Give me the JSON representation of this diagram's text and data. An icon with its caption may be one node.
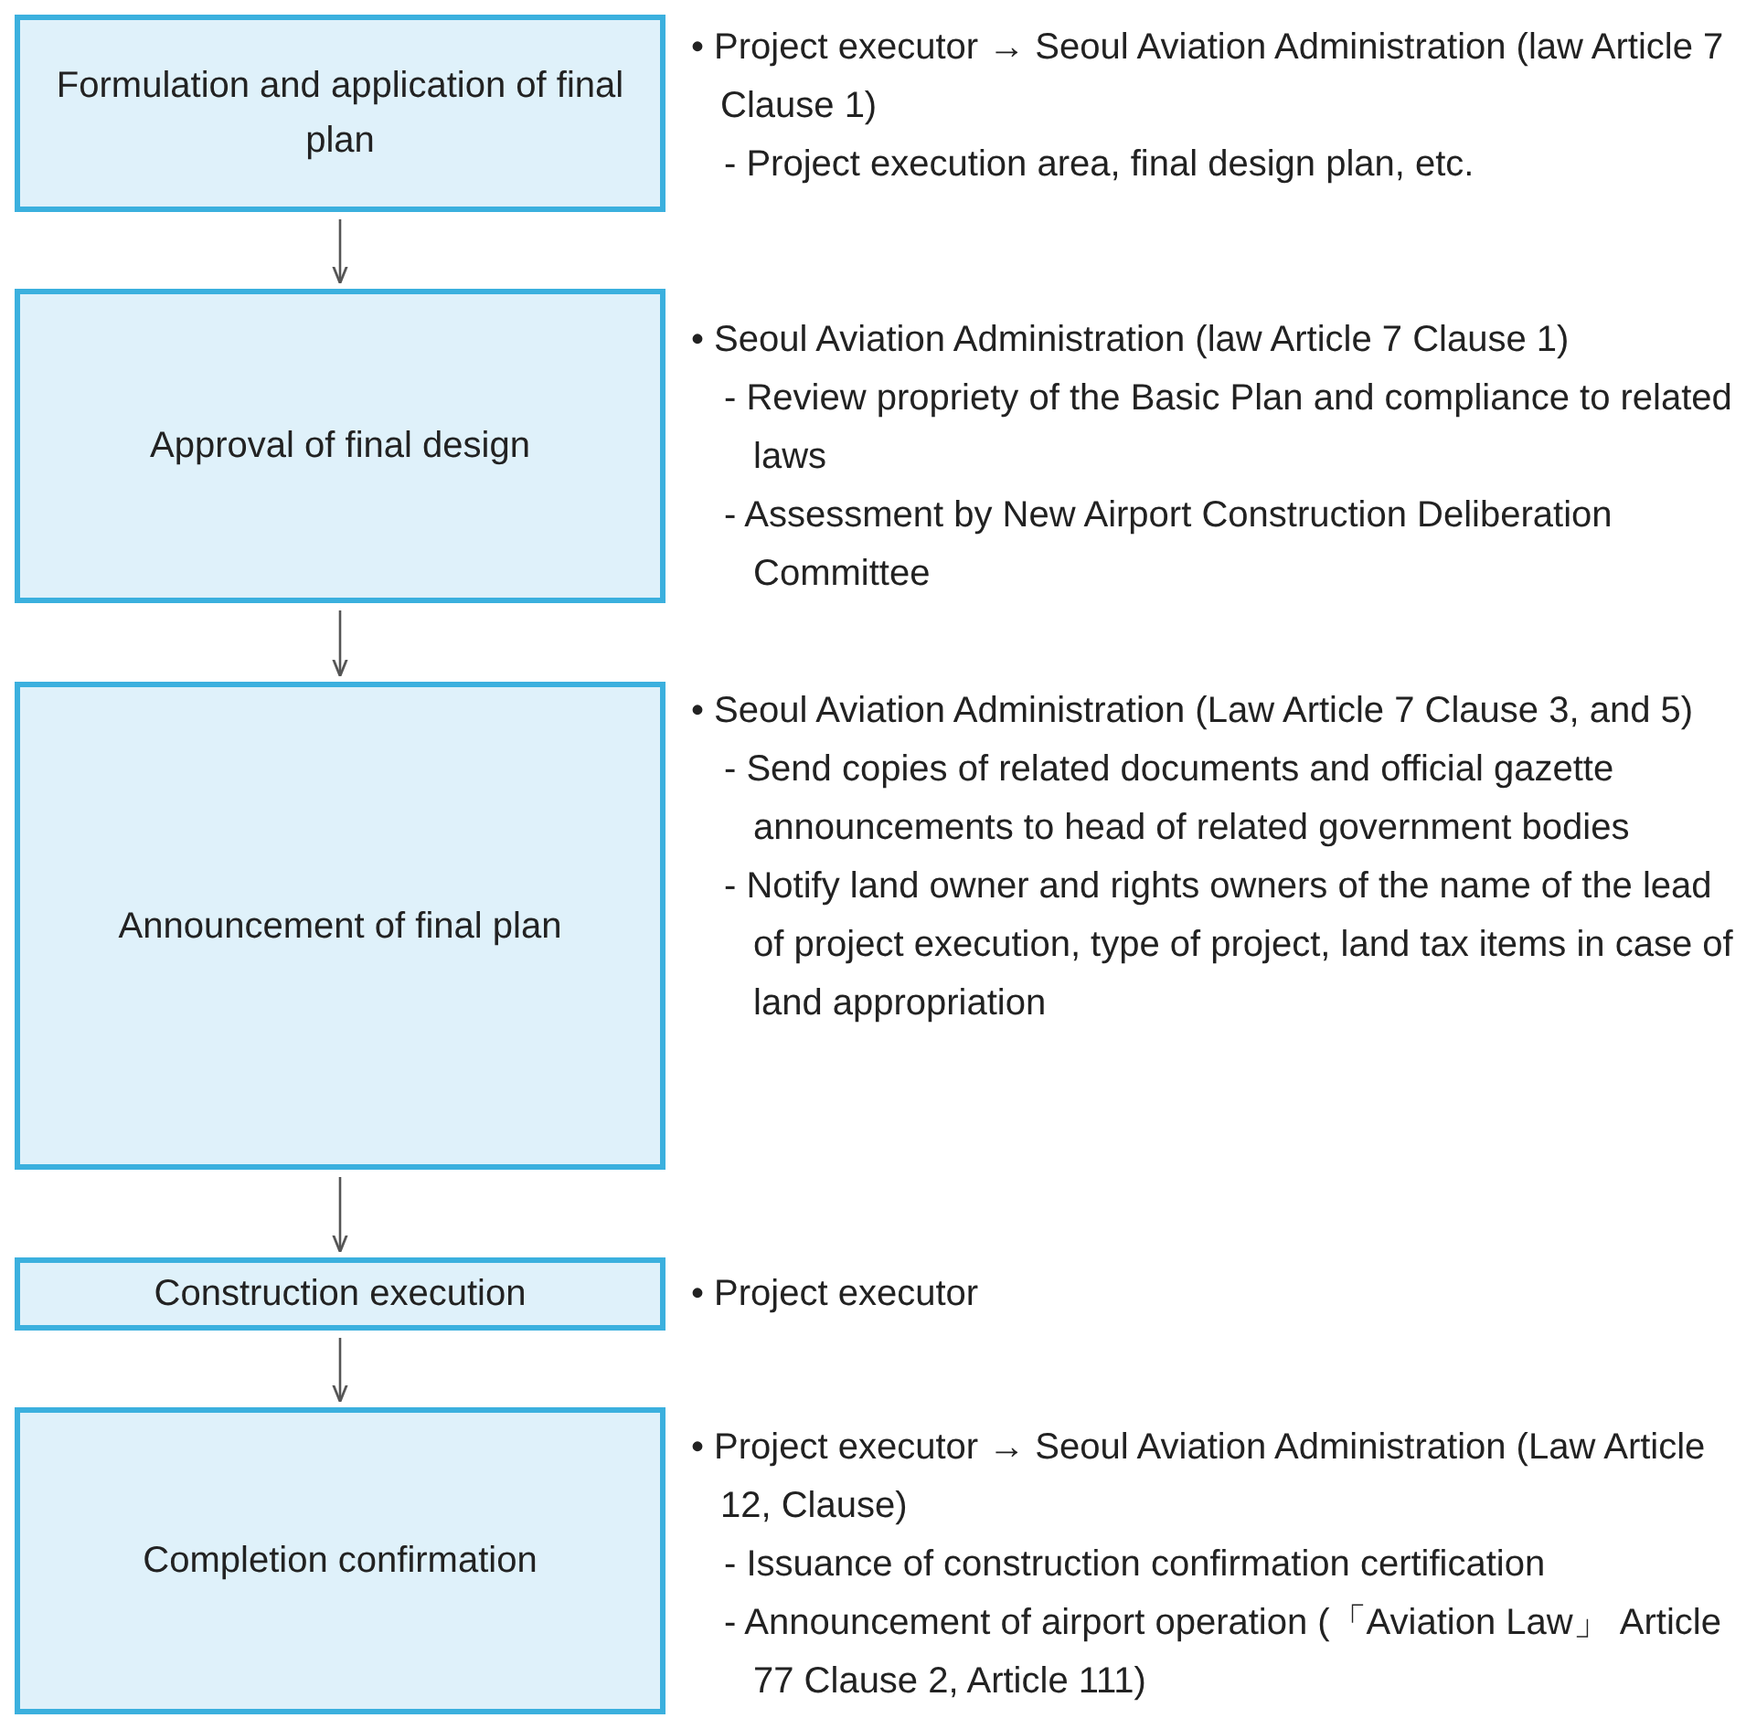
{
  "diagram": {
    "nodes": [
      {
        "text": [
          "Formulation and application of final plan"
        ],
        "beside": [
          "• Project executor → Seoul Aviation Administration (law Article 7 Clause 1)",
          "- Project execution area, final design plan, etc."
        ]
      },
      {
        "text": [
          "Approval of final design"
        ],
        "beside": [
          "• Seoul Aviation Administration (law Article 7 Clause 1)",
          "- Review propriety of the Basic Plan and compliance to related laws",
          "- Assessment by New Airport Construction Deliberation Committee"
        ]
      },
      {
        "text": [
          "Announcement of final plan"
        ],
        "beside": [
          "• Seoul Aviation Administration (Law Article 7 Clause 3, and 5)",
          "- Send copies of related documents and official gazette announcements to head of related government bodies",
          "- Notify land owner and rights owners of the name of the lead of project execution, type of project, land tax items in case of land appropriation"
        ]
      },
      {
        "text": [
          "Construction execution"
        ],
        "beside": [
          "• Project executor"
        ]
      },
      {
        "text": [
          "Completion confirmation"
        ],
        "beside": [
          "• Project executor → Seoul Aviation Administration (Law Article 12, Clause)",
          "- Issuance of construction confirmation certification",
          "- Announcement of airport operation (「Aviation Law」 Article 77 Clause 2, Article 111)"
        ]
      }
    ],
    "edges": [
      {
        "from": 0,
        "to": 1,
        "arrow": "to"
      },
      {
        "from": 1,
        "to": 2,
        "arrow": "to"
      },
      {
        "from": 2,
        "to": 3,
        "arrow": "to"
      },
      {
        "from": 3,
        "to": 4,
        "arrow": "to"
      }
    ]
  }
}
